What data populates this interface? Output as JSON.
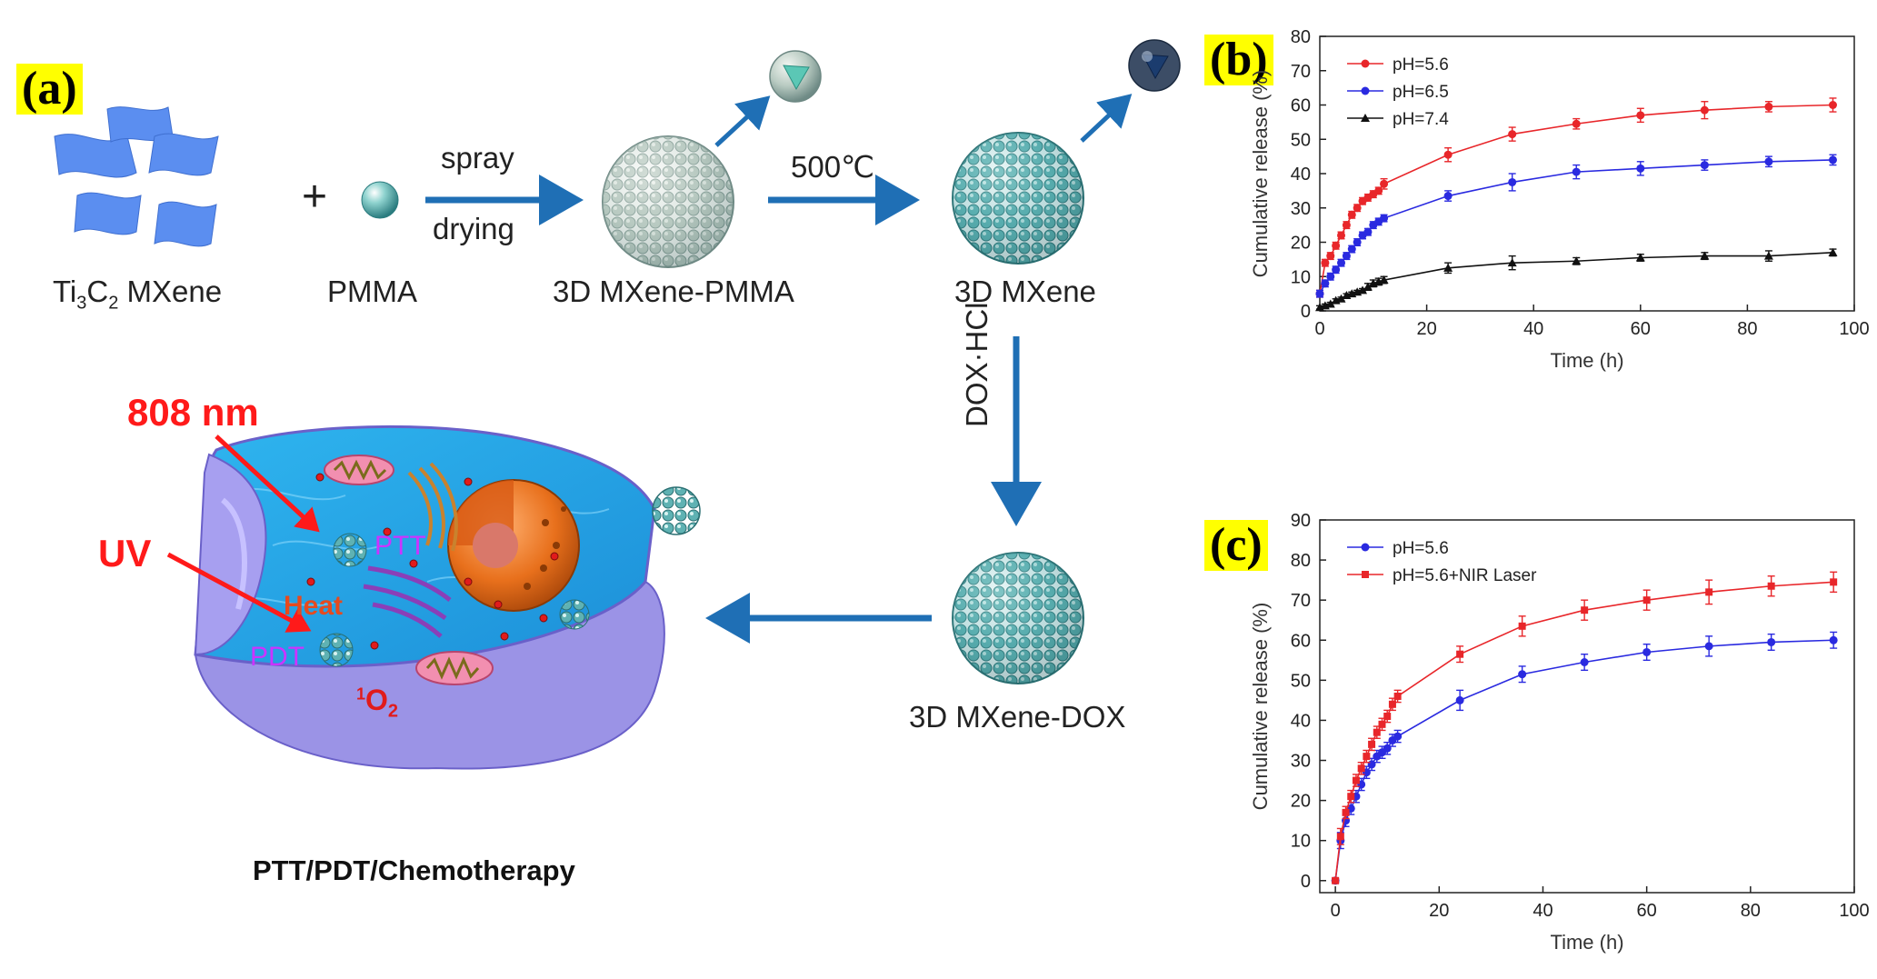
{
  "panel_a": {
    "tag": "(a)",
    "labels": {
      "ti3c2_main": "Ti",
      "ti3c2_s1": "3",
      "ti3c2_c": "C",
      "ti3c2_s2": "2",
      "ti3c2_rest": " MXene",
      "pmma": "PMMA",
      "mxene_pmma": "3D MXene-PMMA",
      "mxene": "3D MXene",
      "mxene_dox": "3D MXene-DOX",
      "plus": "+",
      "spray": "spray",
      "drying": "drying",
      "temp": "500℃",
      "dox_hcl": "DOX·HCl",
      "nm808": "808 nm",
      "uv": "UV",
      "ptt": "PTT",
      "pdt": "PDT",
      "heat": "Heat",
      "o2_sup": "1",
      "o2_main": "O",
      "o2_sub": "2",
      "caption": "PTT/PDT/Chemotherapy"
    },
    "colors": {
      "arrow": "#1f6fb5",
      "mxene_sheet": "#5b8ef0",
      "sphere": "#4aa3a6",
      "red_label": "#ff1a1a",
      "magenta": "#cc33ff"
    }
  },
  "panel_b": {
    "tag": "(b)"
  },
  "panel_c": {
    "tag": "(c)"
  },
  "chart_data": [
    {
      "type": "line",
      "panel": "b",
      "xlabel": "Time (h)",
      "ylabel": "Cumulative release (%)",
      "xlim": [
        0,
        100
      ],
      "ylim": [
        0,
        80
      ],
      "xticks": [
        0,
        20,
        40,
        60,
        80,
        100
      ],
      "yticks": [
        0,
        10,
        20,
        30,
        40,
        50,
        60,
        70,
        80
      ],
      "legend_position": "top-left",
      "series": [
        {
          "name": "pH=5.6",
          "color": "#e8262a",
          "marker": "circle",
          "x": [
            0,
            1,
            2,
            3,
            4,
            5,
            6,
            7,
            8,
            9,
            10,
            11,
            12,
            24,
            36,
            48,
            60,
            72,
            84,
            96
          ],
          "y": [
            5,
            14,
            16,
            19,
            22,
            25,
            28,
            30,
            32,
            33,
            34,
            35,
            37,
            45.5,
            51.5,
            54.5,
            57,
            58.5,
            59.5,
            60
          ],
          "err": [
            1,
            1,
            1,
            1,
            1,
            1,
            1,
            1,
            1,
            1,
            1,
            1,
            1.5,
            2,
            2,
            1.5,
            2,
            2.5,
            1.5,
            2
          ]
        },
        {
          "name": "pH=6.5",
          "color": "#2a2ae0",
          "marker": "circle",
          "x": [
            0,
            1,
            2,
            3,
            4,
            5,
            6,
            7,
            8,
            9,
            10,
            11,
            12,
            24,
            36,
            48,
            60,
            72,
            84,
            96
          ],
          "y": [
            5,
            8,
            10,
            12,
            14,
            16,
            18,
            20,
            22,
            23,
            25,
            26,
            27,
            33.5,
            37.5,
            40.5,
            41.5,
            42.5,
            43.5,
            44
          ],
          "err": [
            1,
            1,
            1,
            1,
            1,
            1,
            1,
            1,
            1,
            1,
            1,
            1,
            1,
            1.5,
            2.5,
            2,
            2,
            1.5,
            1.5,
            1.5
          ]
        },
        {
          "name": "pH=7.4",
          "color": "#111111",
          "marker": "triangle",
          "x": [
            0,
            1,
            2,
            3,
            4,
            5,
            6,
            7,
            8,
            9,
            10,
            11,
            12,
            24,
            36,
            48,
            60,
            72,
            84,
            96
          ],
          "y": [
            1,
            1.5,
            2,
            3,
            3.5,
            4.5,
            5,
            5.5,
            6,
            7,
            8,
            8.5,
            9,
            12.5,
            14,
            14.5,
            15.5,
            16,
            16,
            17
          ],
          "err": [
            0.5,
            0.5,
            0.5,
            0.5,
            0.5,
            0.5,
            0.5,
            0.5,
            0.5,
            1,
            1,
            1,
            1,
            1.5,
            2,
            1,
            1,
            1,
            1.5,
            1
          ]
        }
      ]
    },
    {
      "type": "line",
      "panel": "c",
      "xlabel": "Time (h)",
      "ylabel": "Cumulative release (%)",
      "xlim": [
        -3,
        100
      ],
      "ylim": [
        -3,
        90
      ],
      "xticks": [
        0,
        20,
        40,
        60,
        80,
        100
      ],
      "yticks": [
        0,
        10,
        20,
        30,
        40,
        50,
        60,
        70,
        80,
        90
      ],
      "legend_position": "top-left",
      "series": [
        {
          "name": "pH=5.6",
          "color": "#2a2ae0",
          "marker": "circle",
          "x": [
            0,
            1,
            2,
            3,
            4,
            5,
            6,
            7,
            8,
            9,
            10,
            11,
            12,
            24,
            36,
            48,
            60,
            72,
            84,
            96
          ],
          "y": [
            0,
            10,
            15,
            18,
            21,
            24,
            27,
            29,
            31,
            32,
            33,
            35,
            36,
            45,
            51.5,
            54.5,
            57,
            58.5,
            59.5,
            60
          ],
          "err": [
            0.5,
            2,
            1.5,
            1.5,
            1.5,
            1.5,
            1.5,
            1.5,
            1.5,
            1.5,
            1.5,
            1.5,
            1.5,
            2.5,
            2,
            2,
            2,
            2.5,
            2,
            2
          ]
        },
        {
          "name": "pH=5.6+NIR Laser",
          "color": "#e8262a",
          "marker": "square",
          "x": [
            0,
            1,
            2,
            3,
            4,
            5,
            6,
            7,
            8,
            9,
            10,
            11,
            12,
            24,
            36,
            48,
            60,
            72,
            84,
            96
          ],
          "y": [
            0,
            11,
            17,
            21,
            25,
            28,
            31,
            34,
            37,
            39,
            41,
            44,
            46,
            56.5,
            63.5,
            67.5,
            70,
            72,
            73.5,
            74.5
          ],
          "err": [
            0.5,
            2,
            1.5,
            1.5,
            1.5,
            1.5,
            1.5,
            1.5,
            1.5,
            1.5,
            1.5,
            1.5,
            1.5,
            2,
            2.5,
            2.5,
            2.5,
            3,
            2.5,
            2.5
          ]
        }
      ]
    }
  ]
}
